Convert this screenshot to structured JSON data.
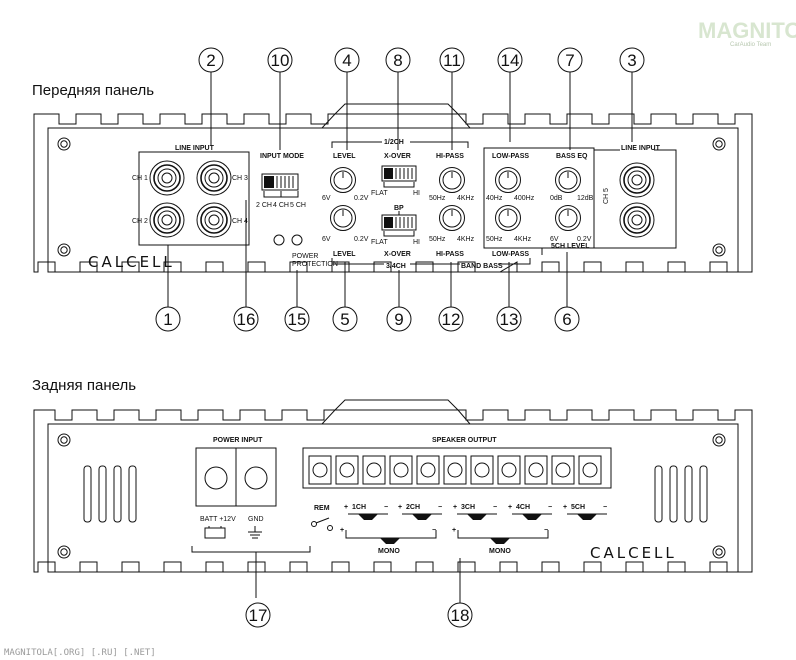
{
  "watermark": {
    "brand": "MAGNITOLA",
    "sub": "CarAudio Team"
  },
  "footer": "MAGNITOLA[.ORG] [.RU] [.NET]",
  "front": {
    "title": "Передняя панель",
    "brand": "CALCELL",
    "line_input_left": "LINE INPUT",
    "line_input_right": "LINE INPUT",
    "ch1": "CH 1",
    "ch2": "CH 2",
    "ch3": "CH 3",
    "ch4": "CH 4",
    "ch5": "CH 5",
    "input_mode": "INPUT MODE",
    "mode_2ch": "2 CH",
    "mode_4ch": "4 CH",
    "mode_5ch": "5 CH",
    "power": "POWER",
    "protection": "PROTECTION",
    "ch12": "1/2CH",
    "ch34": "3/4CH",
    "level": "LEVEL",
    "level_min": "6V",
    "level_max": "0.2V",
    "xover": "X-OVER",
    "flat": "FLAT",
    "hi": "HI",
    "bp": "BP",
    "hipass": "HI-PASS",
    "hp_min": "50Hz",
    "hp_max": "4KHz",
    "lowpass": "LOW-PASS",
    "lp1_min": "40Hz",
    "lp1_max": "400Hz",
    "lp2_min": "50Hz",
    "lp2_max": "4KHz",
    "bass_eq": "BASS EQ",
    "beq_min": "0dB",
    "beq_max": "12dB",
    "sch_level": "5CH LEVEL",
    "sch_min": "6V",
    "sch_max": "0.2V",
    "band_bass": "BAND BASS",
    "callouts_top": [
      "2",
      "10",
      "4",
      "8",
      "11",
      "14",
      "7",
      "3"
    ],
    "callouts_bottom": [
      "1",
      "16",
      "15",
      "5",
      "9",
      "12",
      "13",
      "6"
    ]
  },
  "rear": {
    "title": "Задняя панель",
    "brand": "CALCELL",
    "power_input": "POWER INPUT",
    "batt": "BATT +12V",
    "gnd": "GND",
    "speaker_output": "SPEAKER OUTPUT",
    "rem": "REM",
    "channels": [
      "1CH",
      "2CH",
      "3CH",
      "4CH",
      "5CH"
    ],
    "mono": "MONO",
    "plus": "+",
    "minus": "−",
    "callouts": [
      "17",
      "18"
    ]
  }
}
